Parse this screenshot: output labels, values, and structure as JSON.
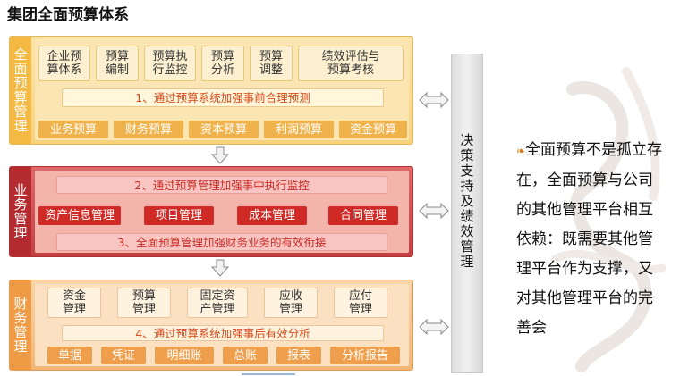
{
  "title": "集团全面预算体系",
  "section1": {
    "label": "全面预算管理",
    "top_items": [
      "企业预\n算体系",
      "预算\n编制",
      "预算执\n行监控",
      "预算\n分析",
      "预算\n调整",
      "绩效评估与\n预算考核"
    ],
    "bar": "1、通过预算系统加强事前合理预测",
    "bottom_items": [
      "业务预算",
      "财务预算",
      "资本预算",
      "利润预算",
      "资金预算"
    ]
  },
  "section2": {
    "label": "业务管理",
    "bar1": "2、通过预算管理加强事中执行监控",
    "mid_items": [
      "资产信息管理",
      "项目管理",
      "成本管理",
      "合同管理"
    ],
    "bar2": "3、全面预算管理加强财务业务的有效衔接"
  },
  "section3": {
    "label": "财务管理",
    "top_items": [
      "资金\n管理",
      "预算\n管理",
      "固定资\n产管理",
      "应收\n管理",
      "应付\n管理"
    ],
    "bar": "4、通过预算系统加强事后有效分析",
    "bottom_items": [
      "单据",
      "凭证",
      "明细账",
      "总账",
      "报表",
      "分析报告"
    ]
  },
  "pillar": "决策支持及绩效管理",
  "right_text": "全面预算不是孤立存在，全面预算与公司的其他管理平台相互依赖：既需要其他管理平台作为支撑，又对其他管理平台的完善会",
  "colors": {
    "gold": "#f4b942",
    "red": "#b32b2f",
    "orange": "#ef9b45",
    "accent_text": "#d64a1a"
  }
}
